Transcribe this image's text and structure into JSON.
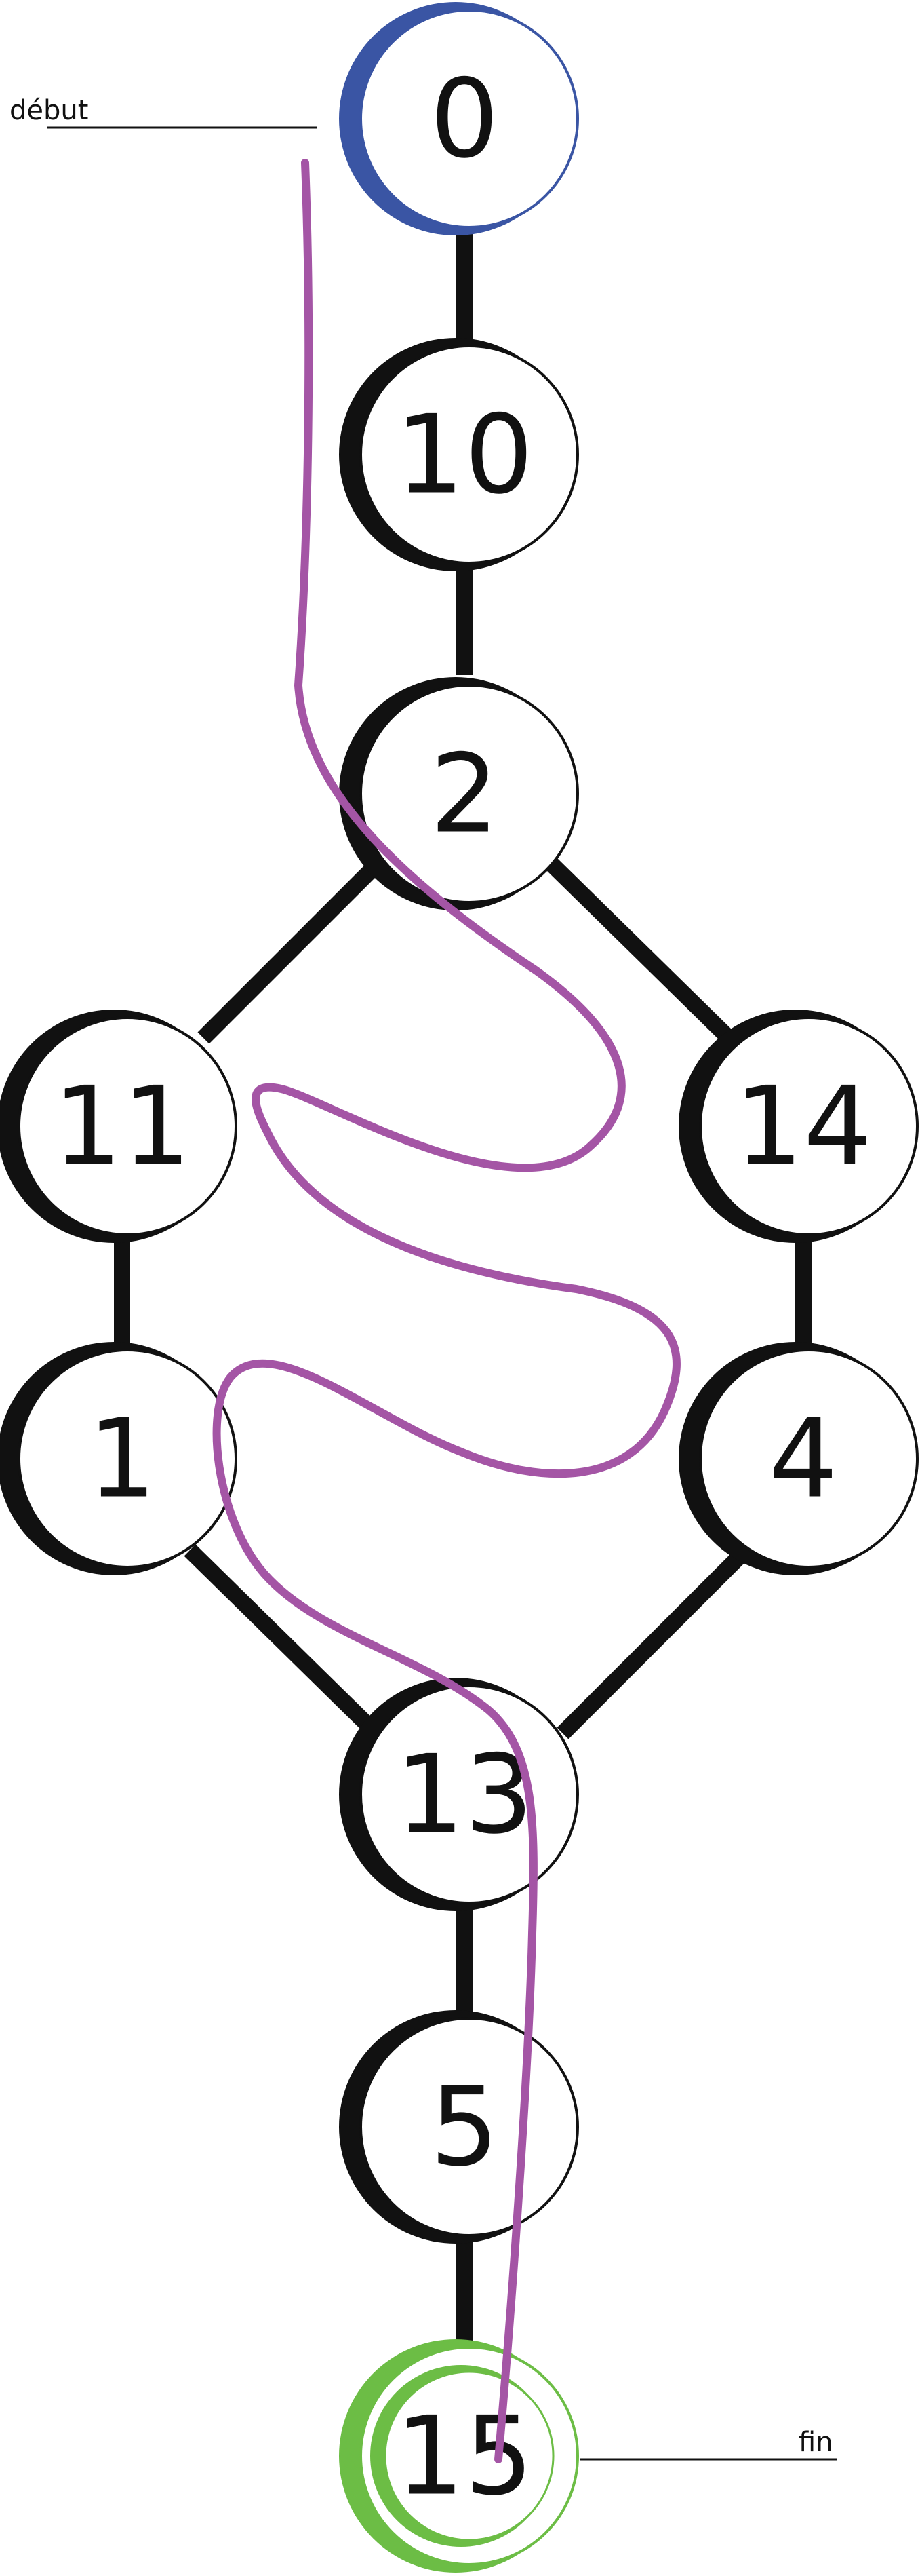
{
  "labels": {
    "start": "début",
    "end": "fin"
  },
  "nodes": [
    {
      "id": "0",
      "label": "0",
      "role": "start"
    },
    {
      "id": "10",
      "label": "10",
      "role": "normal"
    },
    {
      "id": "2",
      "label": "2",
      "role": "normal"
    },
    {
      "id": "11",
      "label": "11",
      "role": "normal"
    },
    {
      "id": "14",
      "label": "14",
      "role": "normal"
    },
    {
      "id": "1",
      "label": "1",
      "role": "normal"
    },
    {
      "id": "4",
      "label": "4",
      "role": "normal"
    },
    {
      "id": "13",
      "label": "13",
      "role": "normal"
    },
    {
      "id": "5",
      "label": "5",
      "role": "normal"
    },
    {
      "id": "15",
      "label": "15",
      "role": "end"
    }
  ],
  "edges": [
    [
      "0",
      "10"
    ],
    [
      "10",
      "2"
    ],
    [
      "2",
      "11"
    ],
    [
      "2",
      "14"
    ],
    [
      "11",
      "1"
    ],
    [
      "14",
      "4"
    ],
    [
      "1",
      "13"
    ],
    [
      "4",
      "13"
    ],
    [
      "13",
      "5"
    ],
    [
      "5",
      "15"
    ]
  ],
  "colors": {
    "node_stroke": "#111111",
    "start_node": "#3a55a4",
    "end_node": "#6cbd45",
    "path": "#a455a5",
    "text": "#111111"
  }
}
